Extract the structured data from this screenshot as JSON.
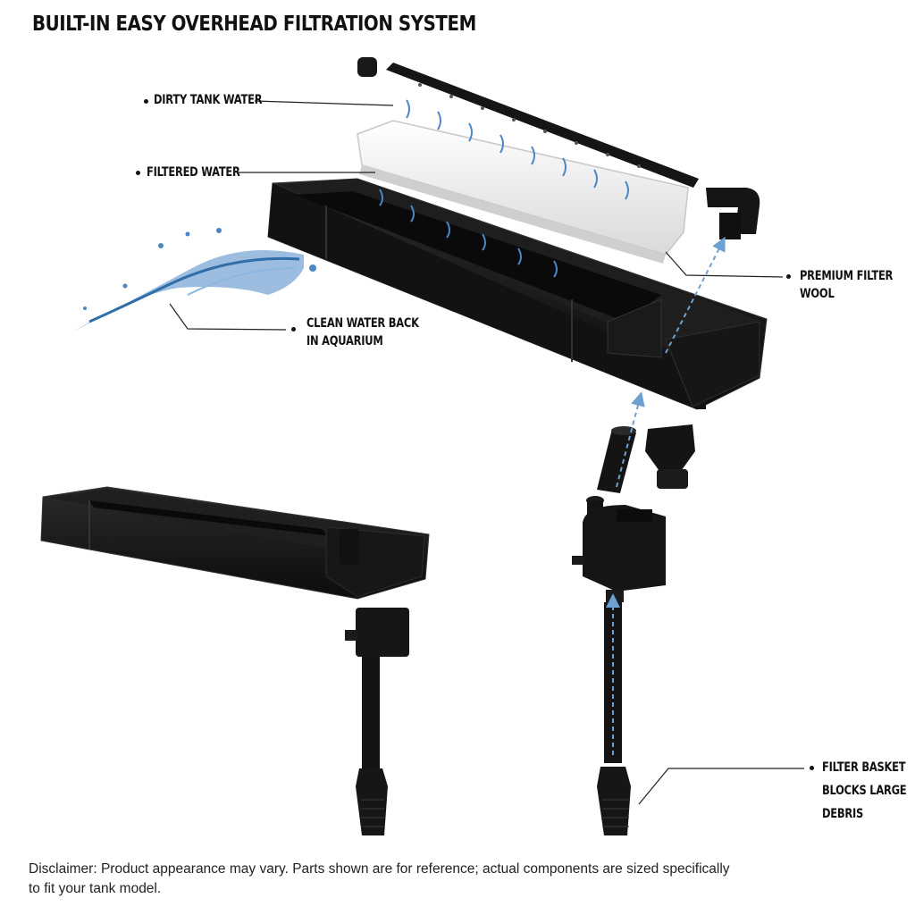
{
  "title": "BUILT-IN EASY OVERHEAD FILTRATION SYSTEM",
  "labels": {
    "dirty_water": "DIRTY TANK WATER",
    "filtered_water": "FILTERED WATER",
    "premium_wool_1": "PREMIUM FILTER",
    "premium_wool_2": "WOOL",
    "clean_water_1": "CLEAN WATER BACK",
    "clean_water_2": "IN AQUARIUM",
    "basket_1": "FILTER BASKET",
    "basket_2": "BLOCKS LARGE",
    "basket_3": "DEBRIS"
  },
  "disclaimer": {
    "line1": "Disclaimer: Product appearance may vary. Parts shown are for reference; actual components are sized specifically",
    "line2": "to fit your tank model."
  },
  "colors": {
    "part": "#141414",
    "part_edge": "#2b2b2b",
    "water": "#4a87c4",
    "wool": "#f1f1f1",
    "flow_arrow": "#6ea1d0"
  }
}
